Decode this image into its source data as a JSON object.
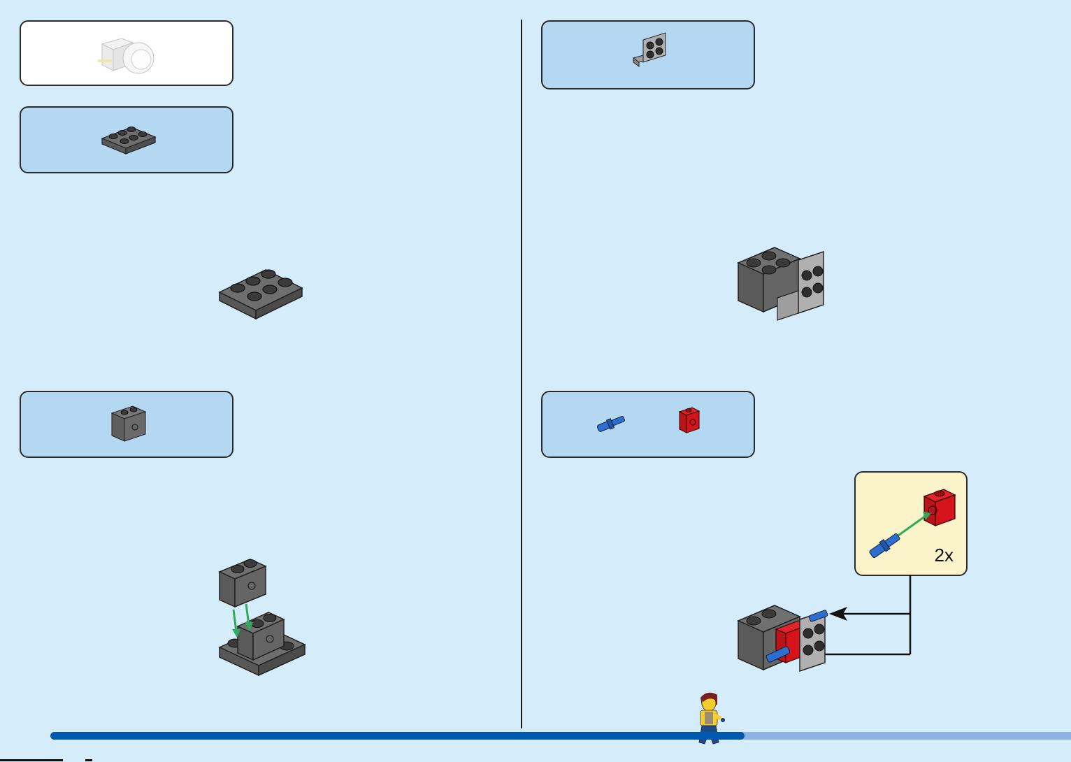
{
  "page": {
    "background": "#d5ecfa",
    "progress": 0.68
  },
  "submodel": {
    "quantity": "2x"
  },
  "parts_panels": [
    {
      "name": "motor-panel",
      "parts": [
        "motor-icon"
      ]
    },
    {
      "name": "plate-2x3-panel",
      "parts": [
        "plate-2x3-icon"
      ]
    },
    {
      "name": "technic-brick-panel",
      "parts": [
        "technic-brick-1x2-icon"
      ]
    },
    {
      "name": "bracket-panel",
      "parts": [
        "bracket-2x2-icon"
      ]
    },
    {
      "name": "pin-and-brick-panel",
      "parts": [
        "blue-axle-pin-icon",
        "red-technic-brick-1x1-icon"
      ]
    }
  ],
  "colors": {
    "dark_gray": "#6b6b6b",
    "light_gray": "#a6a6a6",
    "red": "#d4141a",
    "blue": "#2c6fd0",
    "sub_box": "#fbf3c9",
    "progress_done": "#0059ad",
    "progress_todo": "#8fb3e0"
  }
}
